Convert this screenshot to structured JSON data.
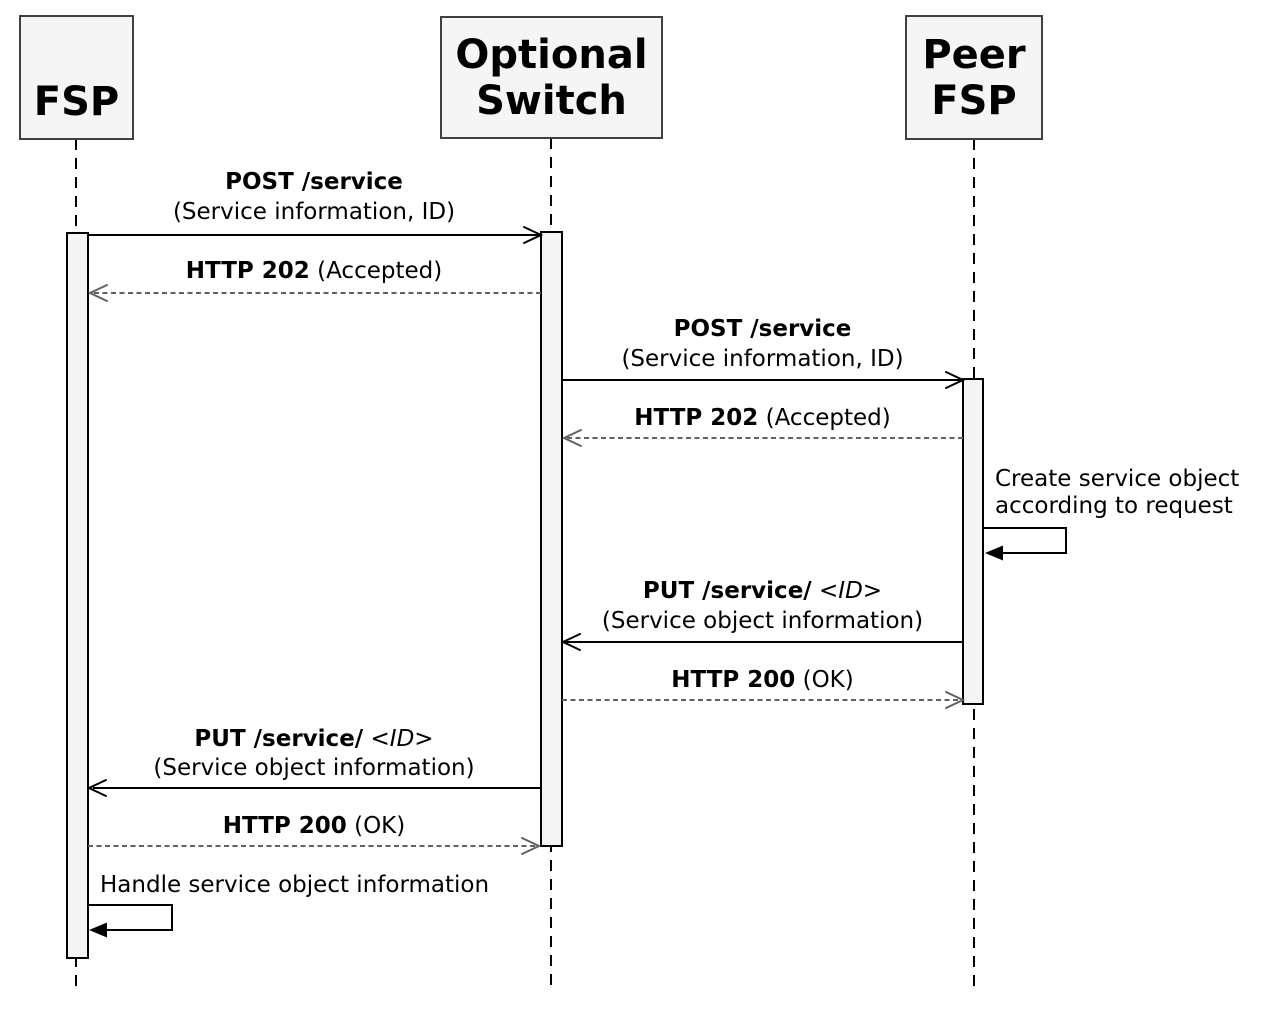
{
  "actors": [
    {
      "id": "fsp",
      "label": "FSP"
    },
    {
      "id": "optional-switch",
      "label": "Optional Switch"
    },
    {
      "id": "peer-fsp",
      "label": "Peer FSP"
    }
  ],
  "messages": {
    "m1": {
      "method": "POST /service",
      "args": "(Service information, ID)"
    },
    "m2": {
      "status": "HTTP 202",
      "note": "(Accepted)"
    },
    "m3": {
      "method": "POST /service",
      "args": "(Service information, ID)"
    },
    "m4": {
      "status": "HTTP 202",
      "note": "(Accepted)"
    },
    "m5": {
      "line1": "Create service object",
      "line2": "according to request"
    },
    "m6": {
      "method": "PUT /service/",
      "param": "<ID>",
      "args": "(Service object information)"
    },
    "m7": {
      "status": "HTTP 200",
      "note": "(OK)"
    },
    "m8": {
      "method": "PUT /service/",
      "param": "<ID>",
      "args": "(Service object information)"
    },
    "m9": {
      "status": "HTTP 200",
      "note": "(OK)"
    },
    "m10": {
      "text": "Handle service object information"
    }
  },
  "colors": {
    "box-fill": "#f5f5f5",
    "box-border": "#404040",
    "bar-fill": "#f5f5f5",
    "line": "#000000",
    "reply": "#616161"
  }
}
